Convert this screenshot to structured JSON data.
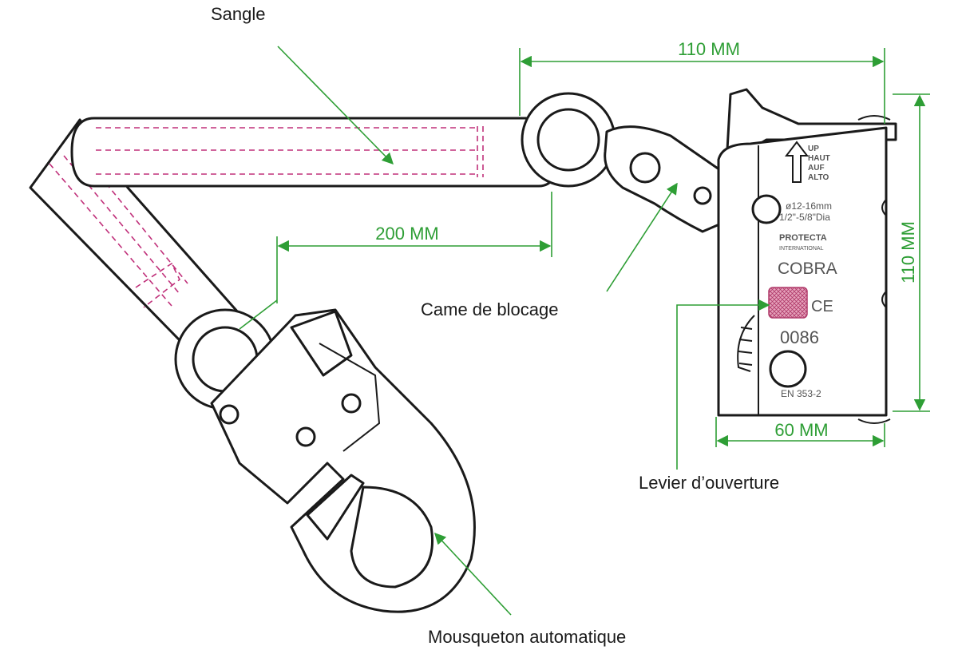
{
  "labels": {
    "sangle": "Sangle",
    "came": "Came de blocage",
    "levier": "Levier d’ouverture",
    "mousqueton": "Mousqueton automatique"
  },
  "dimensions": {
    "top_width": "110 MM",
    "height": "110 MM",
    "lanyard": "200 MM",
    "bottom_width": "60 MM"
  },
  "device_markings": {
    "up": "UP",
    "haut": "HAUT",
    "auf": "AUF",
    "alto": "ALTO",
    "diameter_mm": "ø12-16mm",
    "diameter_in": "1/2\"-5/8\"Dia",
    "brand_1": "PROTECTA",
    "brand_2": "INTERNATIONAL",
    "model": "COBRA",
    "ce": "CE",
    "notified_body": "0086",
    "standard": "EN 353-2"
  },
  "colors": {
    "dimension_lines": "#2e9e35",
    "stitching": "#c0307a",
    "outline": "#1a1a1a",
    "lever_fill": "#e6a3bc"
  }
}
